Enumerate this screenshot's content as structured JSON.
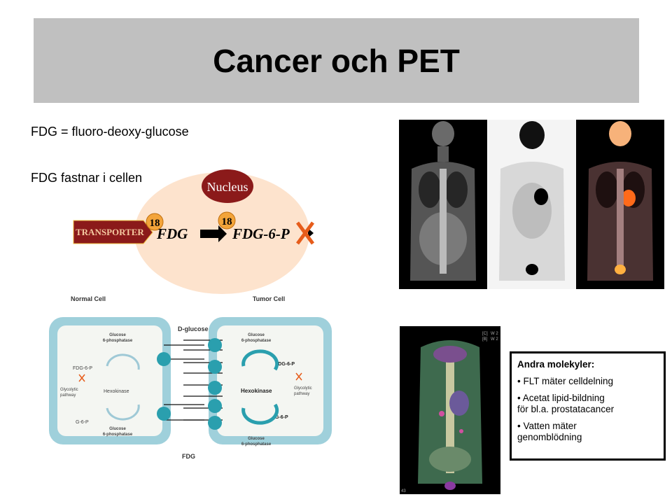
{
  "slide": {
    "title": "Cancer och PET",
    "line1": "FDG = fluoro-deoxy-glucose",
    "line2": "FDG fastnar i cellen"
  },
  "cell_diagram": {
    "nucleus": "Nucleus",
    "transporter": "TRANSPORTER",
    "isotope1": "18",
    "isotope2": "18",
    "fdg": "FDG",
    "fdg6p": "FDG-6-P"
  },
  "metabolism": {
    "normal_cell": "Normal Cell",
    "tumor_cell": "Tumor Cell",
    "d_glucose": "D-glucose",
    "fdg_label": "FDG",
    "left": {
      "g6pase_top": [
        "Glucose",
        "6-phosphatase"
      ],
      "fdg6p": "FDG-6-P",
      "hexokinase": "Hexokinase",
      "glycolytic": [
        "Glycolytic",
        "pathway"
      ],
      "g6p": "G-6-P",
      "g6pase_bottom": [
        "Glucose",
        "6-phosphatase"
      ]
    },
    "right": {
      "g6pase_top": [
        "Glucose",
        "6-phosphatase"
      ],
      "fdg6p": "FDG-6-P",
      "hexokinase": "Hexokinase",
      "glycolytic": [
        "Glycolytic",
        "pathway"
      ],
      "g6p": "G-6-P",
      "g6pase_bottom": [
        "Glucose",
        "6-phosphatase"
      ]
    }
  },
  "info_box": {
    "header": "Andra molekyler:",
    "items": [
      "• FLT mäter celldelning",
      "• Acetat lipid-bildning\n   för bl.a. prostatacancer",
      "• Vatten mäter\ngenomblödning"
    ]
  },
  "pet3d_overlay": {
    "tag1": "[C]",
    "tag2": "[B]",
    "w1": "W 2",
    "w2": "W 2",
    "corner": "43"
  },
  "colors": {
    "title_band": "#c0c0c0",
    "cell_fill": "#fde3cd",
    "nucleus_fill": "#8b1a1a",
    "transporter_fill": "#8b1a1a",
    "isotope_fill": "#f3a43a",
    "x_mark": "#e65c1a",
    "membrane": "#9fd0db",
    "channel": "#2a9fae"
  }
}
